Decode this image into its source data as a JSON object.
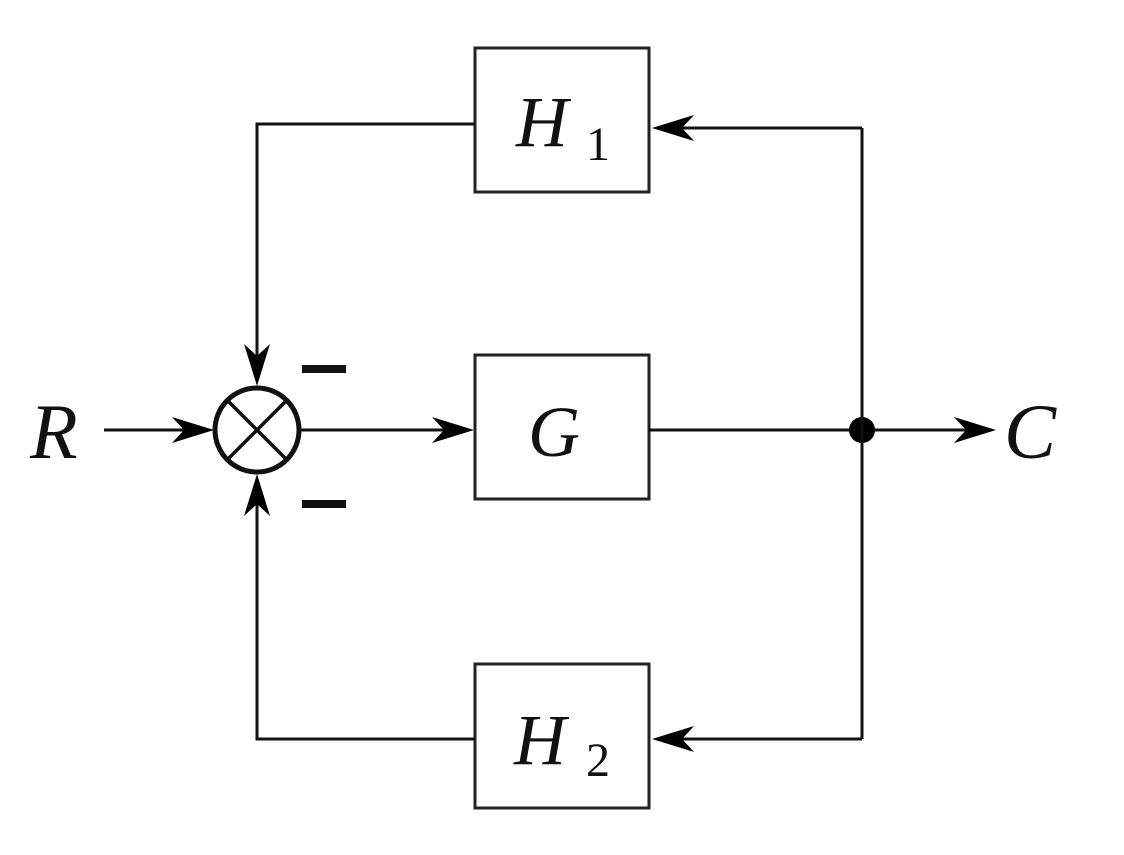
{
  "diagram": {
    "title": "",
    "input_label": "R",
    "output_label": "C",
    "blocks": {
      "forward": {
        "label": "G",
        "subscript": ""
      },
      "feedback_top": {
        "label": "H",
        "subscript": "1"
      },
      "feedback_bottom": {
        "label": "H",
        "subscript": "2"
      }
    },
    "summing_junction": {
      "symbol": "summing-junction-cross",
      "top_sign": "−",
      "bottom_sign": "−"
    },
    "connections": [
      {
        "from": "R",
        "to": "summing_junction"
      },
      {
        "from": "summing_junction",
        "to": "G"
      },
      {
        "from": "G",
        "to": "branch_point"
      },
      {
        "from": "branch_point",
        "to": "C"
      },
      {
        "from": "branch_point",
        "to": "H1"
      },
      {
        "from": "H1",
        "to": "summing_junction",
        "sign": "−"
      },
      {
        "from": "branch_point",
        "to": "H2"
      },
      {
        "from": "H2",
        "to": "summing_junction",
        "sign": "−"
      }
    ]
  }
}
